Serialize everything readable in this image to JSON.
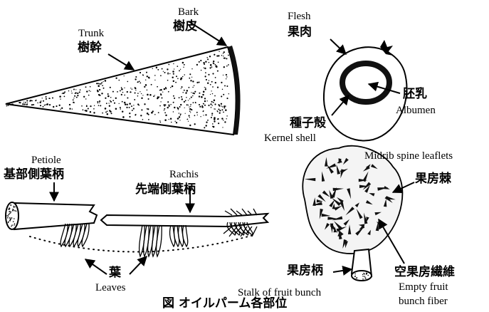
{
  "labels": {
    "bark_en": "Bark",
    "bark_ja": "樹皮",
    "trunk_en": "Trunk",
    "trunk_ja": "樹幹",
    "flesh_en": "Flesh",
    "flesh_ja": "果肉",
    "albumen_ja": "胚乳",
    "albumen_en": "Albumen",
    "shell_ja": "種子殻",
    "shell_en": "Kernel shell",
    "petiole_en": "Petiole",
    "petiole_ja": "基部側葉柄",
    "rachis_en": "Rachis",
    "rachis_ja": "先端側葉柄",
    "leaves_ja": "葉",
    "leaves_en": "Leaves",
    "spine_en": "Midrib spine leaflets",
    "spine_ja": "果房棘",
    "stalk_ja": "果房柄",
    "stalk_en": "Stalk of fruit bunch",
    "efb_ja": "空果房繊維",
    "efb_en1": "Empty fruit",
    "efb_en2": "bunch fiber",
    "caption": "図 オイルパーム各部位"
  }
}
